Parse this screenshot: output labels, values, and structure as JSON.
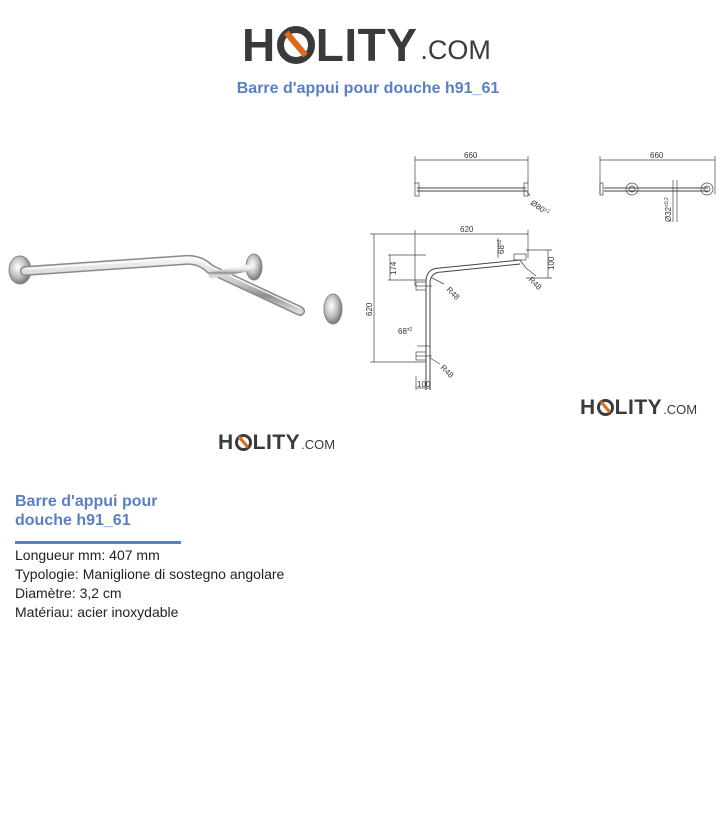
{
  "logo": {
    "brand_left": "H",
    "brand_right": "LITY",
    "suffix": ".COM"
  },
  "page_title": "Barre d'appui pour douche h91_61",
  "product": {
    "title_line1": "Barre d'appui pour",
    "title_line2": "douche h91_61",
    "specs": [
      {
        "label": "Longueur mm:",
        "value": "407 mm"
      },
      {
        "label": "Typologie:",
        "value": "Maniglione di sostegno angolare"
      },
      {
        "label": "Diamètre:",
        "value": "3,2 cm"
      },
      {
        "label": "Matériau:",
        "value": "acier inoxydable"
      }
    ]
  },
  "drawing": {
    "dims": {
      "top_left_width": "660",
      "top_right_width": "660",
      "flange_diameter": "Ø80",
      "flange_tol": "±1",
      "tube_diameter": "Ø32",
      "tube_tol": "±0,2",
      "horizontal": "620",
      "vertical": "620",
      "offset_top": "68",
      "offset_tol": "±2",
      "height_174": "174",
      "height_100": "100",
      "offset_left": "68",
      "bottom_100": "100",
      "radius_1": "R48",
      "radius_2": "R48",
      "radius_3": "R48"
    }
  }
}
